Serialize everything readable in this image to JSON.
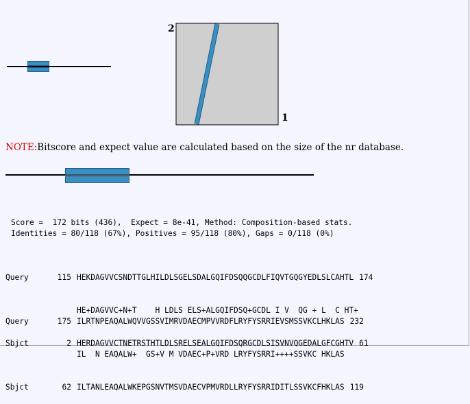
{
  "dotplot": {
    "query_axis_label": "1",
    "subject_axis_label": "2"
  },
  "note": {
    "prefix": "NOTE:",
    "text": "Bitscore and expect value are calculated based on the size of the nr database."
  },
  "stats": {
    "line1": "Score =  172 bits (436),  Expect = 8e-41, Method: Composition-based stats.",
    "line2": "Identities = 80/118 (67%), Positives = 95/118 (80%), Gaps = 0/118 (0%)"
  },
  "alignment": {
    "block1": {
      "query": {
        "label": "Query",
        "start": "115",
        "seq": "HEKDAGVVCSNDTTGLHILDLSGELSDALGQIFDSQQGCDLFIQVTGQGYEDLSLCAHTL",
        "end": "174"
      },
      "midline": "HE+DAGVVC+N+T    H LDLS ELS+ALGQIFDSQ+GCDL I V  QG + L  C HT+",
      "sbjct": {
        "label": "Sbjct",
        "start": "2",
        "seq": "HERDAGVVCTNETRSTHTLDLSRELSEALGQIFDSQRGCDLSISVNVQGEDALGFCGHTV",
        "end": "61"
      }
    },
    "block2": {
      "query": {
        "label": "Query",
        "start": "175",
        "seq": "ILRTNPEAQALWQVVGSSVIMRVDAECMPVVRDFLRYFYSRRIEVSMSSVKCLHKLAS",
        "end": "232"
      },
      "midline": "IL  N EAQALW+  GS+V M VDAEC+P+VRD LRYFYSRRI++++SSVKC HKLAS",
      "sbjct": {
        "label": "Sbjct",
        "start": "62",
        "seq": "ILTANLEAQALWKEPGSNVTMSVDAECVPMVRDLLRYFYSRRIDITLSSVKCFHKLAS",
        "end": "119"
      }
    }
  },
  "colors": {
    "hit_bar": "#3b8ec2",
    "dotplot_bg": "#cfcfcf",
    "note_prefix": "#d40000",
    "page_bg": "#f5f5ff"
  }
}
